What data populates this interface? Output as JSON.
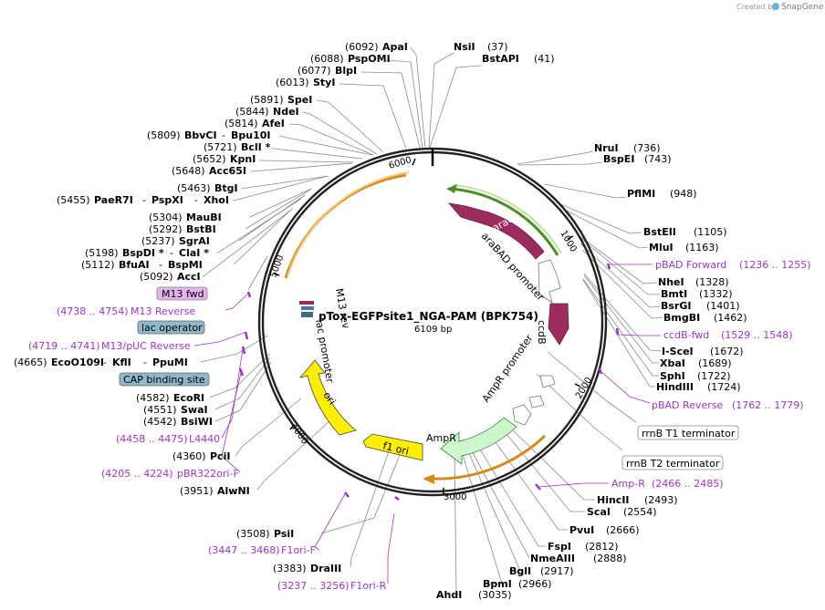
{
  "credit": {
    "created_by": "Created by",
    "brand": "SnapGene"
  },
  "plasmid": {
    "name": "pTox-EGFPsite1_NGA-PAM (BPK754)",
    "size": "6109 bp"
  },
  "ticks": [
    "1000",
    "2000",
    "3000",
    "4000",
    "5000",
    "6000"
  ],
  "features": {
    "araC": "araC",
    "araBAD_promoter": "araBAD promoter",
    "ccdB": "ccdB",
    "AmpR_promoter": "AmpR promoter",
    "AmpR": "AmpR",
    "f1_ori": "f1 ori",
    "ori": "ori",
    "lac_promoter": "lac promoter",
    "M13_rev": "M13 rev",
    "rrnB_T1": "rrnB T1 terminator",
    "rrnB_T2": "rrnB T2 terminator",
    "M13_fwd": "M13 fwd",
    "lac_operator": "lac operator",
    "CAP_site": "CAP binding site"
  },
  "sites": {
    "apai": {
      "pos": "(6092)",
      "name": "ApaI"
    },
    "pspomi": {
      "pos": "(6088)",
      "name": "PspOMI"
    },
    "blpi": {
      "pos": "(6077)",
      "name": "BlpI"
    },
    "styi": {
      "pos": "(6013)",
      "name": "StyI"
    },
    "spei": {
      "pos": "(5891)",
      "name": "SpeI"
    },
    "ndei": {
      "pos": "(5844)",
      "name": "NdeI"
    },
    "afei": {
      "pos": "(5814)",
      "name": "AfeI"
    },
    "bbvci": {
      "pos": "(5809)",
      "name": "BbvCI",
      "name2": "Bpu10I"
    },
    "bcli": {
      "pos": "(5721)",
      "name": "BclI *"
    },
    "kpni": {
      "pos": "(5652)",
      "name": "KpnI"
    },
    "acc65i": {
      "pos": "(5648)",
      "name": "Acc65I"
    },
    "btgi": {
      "pos": "(5463)",
      "name": "BtgI"
    },
    "paer7i": {
      "pos": "(5455)",
      "name": "PaeR7I",
      "name2": "PspXI",
      "name3": "XhoI"
    },
    "maubi": {
      "pos": "(5304)",
      "name": "MauBI"
    },
    "bstbi": {
      "pos": "(5292)",
      "name": "BstBI"
    },
    "sgrai": {
      "pos": "(5237)",
      "name": "SgrAI"
    },
    "bspdi": {
      "pos": "(5198)",
      "name": "BspDI *",
      "name2": "ClaI *"
    },
    "bfuai": {
      "pos": "(5112)",
      "name": "BfuAI",
      "name2": "BspMI"
    },
    "acci": {
      "pos": "(5092)",
      "name": "AccI"
    },
    "eco0109i": {
      "pos": "(4665)",
      "name": "EcoO109I",
      "name2": "KflI",
      "name3": "PpuMI"
    },
    "ecori": {
      "pos": "(4582)",
      "name": "EcoRI"
    },
    "swai": {
      "pos": "(4551)",
      "name": "SwaI"
    },
    "bsiwi": {
      "pos": "(4542)",
      "name": "BsiWI"
    },
    "pcii": {
      "pos": "(4360)",
      "name": "PciI"
    },
    "alwni": {
      "pos": "(3951)",
      "name": "AlwNI"
    },
    "psii": {
      "pos": "(3508)",
      "name": "PsiI"
    },
    "draiii": {
      "pos": "(3383)",
      "name": "DraIII"
    },
    "nsii": {
      "name": "NsiI",
      "pos": "(37)"
    },
    "bstapi": {
      "name": "BstAPI",
      "pos": "(41)"
    },
    "nrui": {
      "name": "NruI",
      "pos": "(736)"
    },
    "bspei": {
      "name": "BspEI",
      "pos": "(743)"
    },
    "pflmi": {
      "name": "PflMI",
      "pos": "(948)"
    },
    "bsteii": {
      "name": "BstEII",
      "pos": "(1105)"
    },
    "mlui": {
      "name": "MluI",
      "pos": "(1163)"
    },
    "nhei": {
      "name": "NheI",
      "pos": "(1328)"
    },
    "bmti": {
      "name": "BmtI",
      "pos": "(1332)"
    },
    "bsrgi": {
      "name": "BsrGI",
      "pos": "(1401)"
    },
    "bmgbi": {
      "name": "BmgBI",
      "pos": "(1462)"
    },
    "i_scei": {
      "name": "I-SceI",
      "pos": "(1672)"
    },
    "xbai": {
      "name": "XbaI",
      "pos": "(1689)"
    },
    "sphi": {
      "name": "SphI",
      "pos": "(1722)"
    },
    "hindiii": {
      "name": "HindIII",
      "pos": "(1724)"
    },
    "hincii": {
      "name": "HincII",
      "pos": "(2493)"
    },
    "scai": {
      "name": "ScaI",
      "pos": "(2554)"
    },
    "pvui": {
      "name": "PvuI",
      "pos": "(2666)"
    },
    "fspi": {
      "name": "FspI",
      "pos": "(2812)"
    },
    "nmeaiii": {
      "name": "NmeAIII",
      "pos": "(2888)"
    },
    "bgli": {
      "name": "BglI",
      "pos": "(2917)"
    },
    "bpmi": {
      "name": "BpmI",
      "pos": "(2966)"
    },
    "ahdi": {
      "name": "AhdI",
      "pos": "(3035)"
    }
  },
  "primers": {
    "pbad_fwd": {
      "name": "pBAD Forward",
      "range": "(1236 .. 1255)"
    },
    "ccdb_fwd": {
      "name": "ccdB-fwd",
      "range": "(1529 .. 1548)"
    },
    "pbad_rev": {
      "name": "pBAD Reverse",
      "range": "(1762 .. 1779)"
    },
    "amp_r": {
      "name": "Amp-R",
      "range": "(2466 .. 2485)"
    },
    "m13_rev": {
      "range": "(4738 .. 4754)",
      "name": "M13 Reverse"
    },
    "m13_puc_rev": {
      "range": "(4719 .. 4741)",
      "name": "M13/pUC Reverse"
    },
    "l4440": {
      "range": "(4458 .. 4475)",
      "name": "L4440"
    },
    "pbr322ori": {
      "range": "(4205 .. 4224)",
      "name": "pBR322ori-F"
    },
    "f1ori_f": {
      "range": "(3447 .. 3468)",
      "name": "F1ori-F"
    },
    "f1ori_r": {
      "range": "(3237 .. 3256)",
      "name": "F1ori-R"
    }
  },
  "colors": {
    "araC": "#9c2c5e",
    "ccdB": "#9c2c5e",
    "AmpR": "#ccf7cc",
    "ori": "#ffee00",
    "f1_ori": "#ffee00",
    "primer": "#9b35c8",
    "lac_operator": "#8fb8c8",
    "CAP_site": "#8fb8c8",
    "M13_fwd": "#e2b3ec",
    "orf_orange": "#e8a23b",
    "orf_green": "#7ac943"
  }
}
